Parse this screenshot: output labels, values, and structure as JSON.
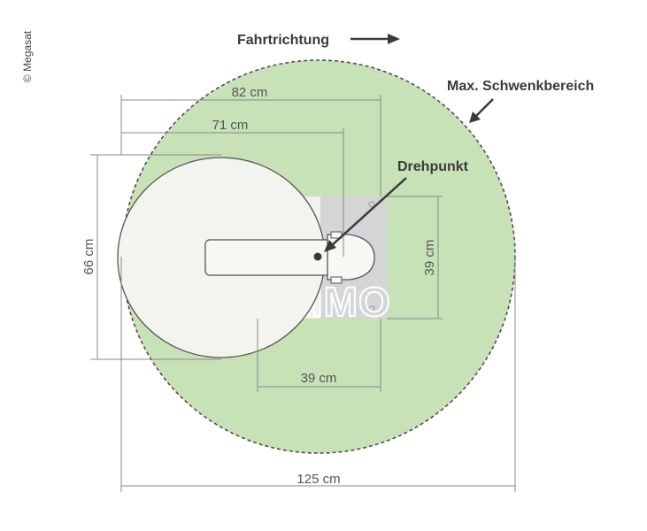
{
  "copyright": "© Megasat",
  "labels": {
    "direction": "Fahrtrichtung",
    "max_swing": "Max. Schwenkbereich",
    "pivot": "Drehpunkt"
  },
  "dimensions": {
    "width_82": "82 cm",
    "width_71": "71 cm",
    "height_66": "66 cm",
    "height_39": "39 cm",
    "base_39": "39 cm",
    "total_125": "125 cm"
  },
  "watermark": "REIMO",
  "colors": {
    "swing_area": "#c8e2b8",
    "dish": "#f3f4ee",
    "plate": "#d4d5d6",
    "line": "#888888",
    "text": "#3a3a3a"
  }
}
